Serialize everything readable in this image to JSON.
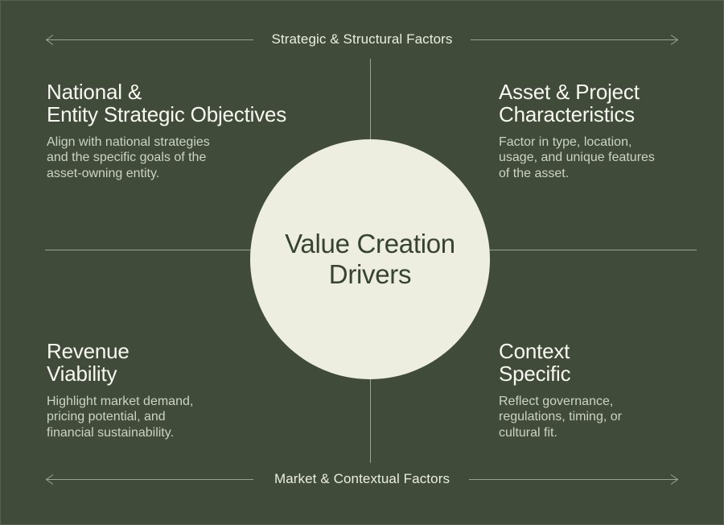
{
  "canvas": {
    "background_color": "#414b39",
    "line_color": "#9aa591",
    "heading_color": "#f8f8f2",
    "body_color": "#ccd3c4"
  },
  "axes": {
    "top_label": "Strategic & Structural Factors",
    "bottom_label": "Market & Contextual Factors"
  },
  "center": {
    "title": "Value Creation\nDrivers",
    "circle_color": "#eeeee0",
    "text_color": "#36432f"
  },
  "quadrants": [
    {
      "id": "top-left",
      "heading": "National &\nEntity Strategic Objectives",
      "body": "Align with national strategies\nand the specific goals of the\nasset-owning entity."
    },
    {
      "id": "top-right",
      "heading": "Asset & Project\nCharacteristics",
      "body": "Factor in type, location,\nusage, and unique features\nof the asset."
    },
    {
      "id": "bottom-left",
      "heading": "Revenue\nViability",
      "body": "Highlight market demand,\npricing potential, and\nfinancial sustainability."
    },
    {
      "id": "bottom-right",
      "heading": "Context\nSpecific",
      "body": "Reflect governance,\nregulations, timing, or\ncultural fit."
    }
  ]
}
